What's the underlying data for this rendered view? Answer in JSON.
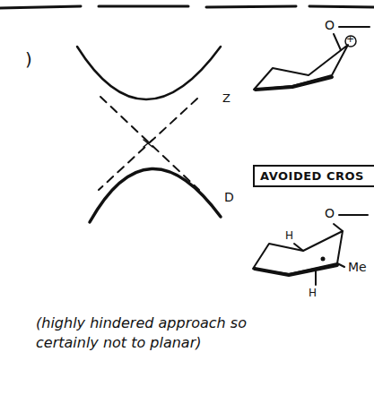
{
  "diagram": {
    "caption": "(highly hindered approach so certainly not to planar)",
    "nodes": [
      {
        "text": [
          "AVOIDED CROS"
        ]
      }
    ],
    "labels": [
      ")",
      "O",
      "+",
      "Z",
      "D",
      "O",
      "H",
      "H",
      "Me"
    ]
  }
}
